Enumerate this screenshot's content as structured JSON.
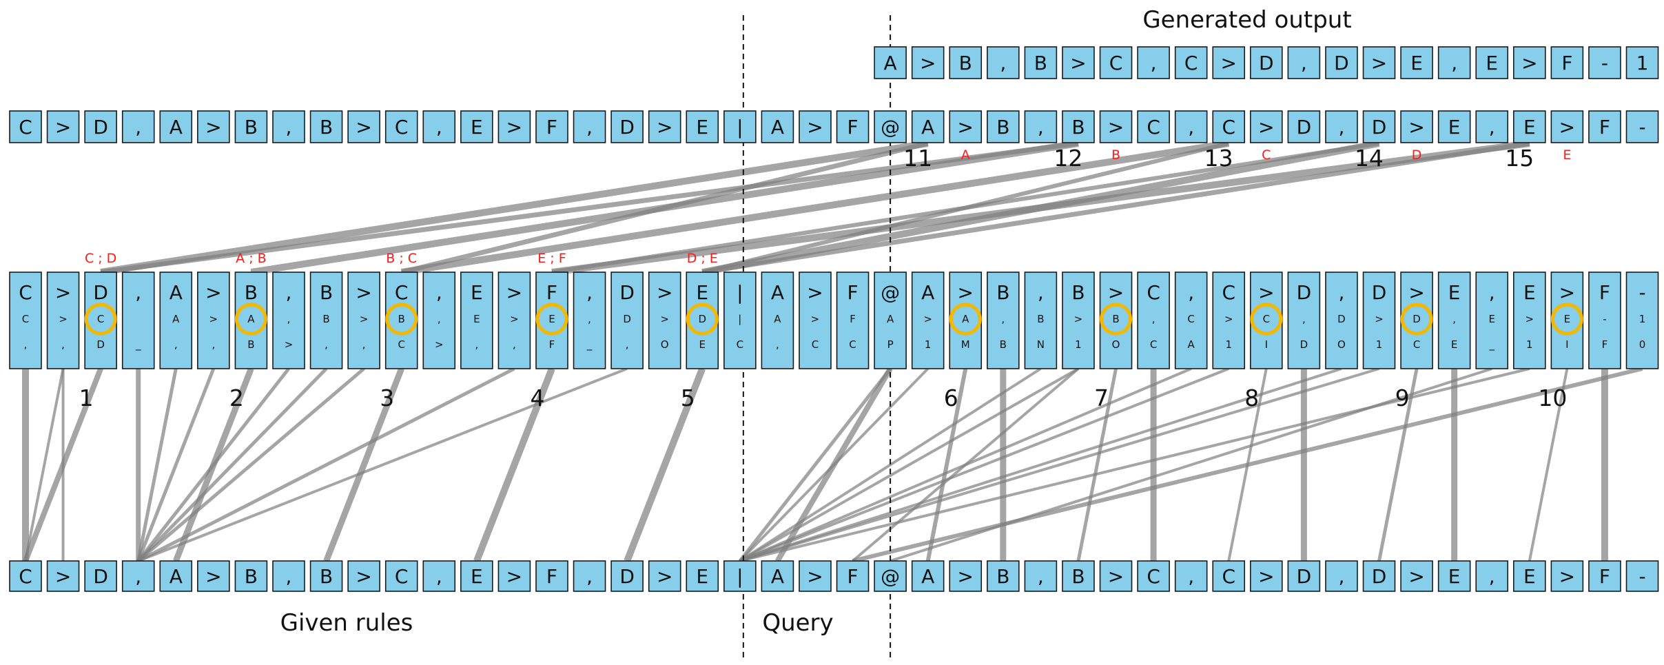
{
  "labels": {
    "generated_output": "Generated output",
    "given_rules": "Given rules",
    "query": "Query"
  },
  "generated_row": [
    "A",
    ">",
    "B",
    ",",
    "B",
    ">",
    "C",
    ",",
    "C",
    ">",
    "D",
    ",",
    "D",
    ">",
    "E",
    ",",
    "E",
    ">",
    "F",
    "-",
    "1"
  ],
  "input_row": [
    "C",
    ">",
    "D",
    ",",
    "A",
    ">",
    "B",
    ",",
    "B",
    ">",
    "C",
    ",",
    "E",
    ">",
    "F",
    ",",
    "D",
    ">",
    "E",
    "|",
    "A",
    ">",
    "F",
    "@",
    "A",
    ">",
    "B",
    ",",
    "B",
    ">",
    "C",
    ",",
    "C",
    ">",
    "D",
    ",",
    "D",
    ">",
    "E",
    ",",
    "E",
    ">",
    "F",
    "-"
  ],
  "middle_row": [
    [
      "C",
      "C",
      ","
    ],
    [
      ">",
      ">",
      ","
    ],
    [
      "D",
      "C",
      "D"
    ],
    [
      ",",
      "",
      "_"
    ],
    [
      "A",
      "A",
      ","
    ],
    [
      ">",
      ">",
      ","
    ],
    [
      "B",
      "A",
      "B"
    ],
    [
      ",",
      ",",
      ">"
    ],
    [
      "B",
      "B",
      ","
    ],
    [
      ">",
      ">",
      ","
    ],
    [
      "C",
      "B",
      "C"
    ],
    [
      ",",
      ",",
      ">"
    ],
    [
      "E",
      "E",
      ","
    ],
    [
      ">",
      ">",
      ","
    ],
    [
      "F",
      "E",
      "F"
    ],
    [
      ",",
      ",",
      "_"
    ],
    [
      "D",
      "D",
      ","
    ],
    [
      ">",
      ">",
      "O"
    ],
    [
      "E",
      "D",
      "E"
    ],
    [
      "|",
      "|",
      "C"
    ],
    [
      "A",
      "A",
      ","
    ],
    [
      ">",
      ">",
      "C"
    ],
    [
      "F",
      "F",
      "C"
    ],
    [
      "@",
      "A",
      "P"
    ],
    [
      "A",
      ">",
      "1"
    ],
    [
      ">",
      "A",
      "M"
    ],
    [
      "B",
      ",",
      "B"
    ],
    [
      ",",
      "B",
      "N"
    ],
    [
      "B",
      ">",
      "1"
    ],
    [
      ">",
      "B",
      "O"
    ],
    [
      "C",
      ",",
      "C"
    ],
    [
      ",",
      "C",
      "A"
    ],
    [
      "C",
      ">",
      "1"
    ],
    [
      ">",
      "C",
      "I"
    ],
    [
      "D",
      ",",
      "D"
    ],
    [
      ",",
      "D",
      "O"
    ],
    [
      "D",
      ">",
      "1"
    ],
    [
      ">",
      "D",
      "C"
    ],
    [
      "E",
      ",",
      "E"
    ],
    [
      ",",
      "E",
      "_"
    ],
    [
      "E",
      ">",
      "1"
    ],
    [
      ">",
      "E",
      "I"
    ],
    [
      "F",
      "-",
      "F"
    ],
    [
      "-",
      "1",
      "0"
    ]
  ],
  "highlighted_tokens": [
    2,
    6,
    10,
    14,
    18,
    25,
    29,
    33,
    37,
    41
  ],
  "red_labels": [
    {
      "token": 2,
      "text": "C ; D"
    },
    {
      "token": 6,
      "text": "A ; B"
    },
    {
      "token": 10,
      "text": "B ; C"
    },
    {
      "token": 14,
      "text": "E ; F"
    },
    {
      "token": 18,
      "text": "D ; E"
    },
    {
      "token": 25,
      "text": "A"
    },
    {
      "token": 29,
      "text": "B"
    },
    {
      "token": 33,
      "text": "C"
    },
    {
      "token": 37,
      "text": "D"
    },
    {
      "token": 41,
      "text": "E"
    }
  ],
  "step_numbers_lower": [
    {
      "token": 2,
      "text": "1"
    },
    {
      "token": 6,
      "text": "2"
    },
    {
      "token": 10,
      "text": "3"
    },
    {
      "token": 14,
      "text": "4"
    },
    {
      "token": 18,
      "text": "5"
    },
    {
      "token": 25,
      "text": "6"
    },
    {
      "token": 29,
      "text": "7"
    },
    {
      "token": 33,
      "text": "8"
    },
    {
      "token": 37,
      "text": "9"
    },
    {
      "token": 41,
      "text": "10"
    }
  ],
  "step_numbers_upper": [
    {
      "token": 23,
      "text": "11"
    },
    {
      "token": 27,
      "text": "12"
    },
    {
      "token": 31,
      "text": "13"
    },
    {
      "token": 35,
      "text": "14"
    },
    {
      "token": 39,
      "text": "15"
    }
  ],
  "connections_upper": [
    {
      "from": 24,
      "to": 2,
      "weight": 10
    },
    {
      "from": 24,
      "to": 10,
      "weight": 7
    },
    {
      "from": 28,
      "to": 6,
      "weight": 10
    },
    {
      "from": 28,
      "to": 2,
      "weight": 7
    },
    {
      "from": 32,
      "to": 10,
      "weight": 10
    },
    {
      "from": 32,
      "to": 18,
      "weight": 6
    },
    {
      "from": 36,
      "to": 18,
      "weight": 10
    },
    {
      "from": 36,
      "to": 14,
      "weight": 6
    },
    {
      "from": 40,
      "to": 14,
      "weight": 10
    },
    {
      "from": 40,
      "to": 18,
      "weight": 7
    }
  ],
  "connections_lower": [
    {
      "from": 0,
      "to": 0,
      "weight": 10
    },
    {
      "from": 1,
      "to": 0,
      "weight": 4
    },
    {
      "from": 1,
      "to": 1,
      "weight": 4
    },
    {
      "from": 2,
      "to": 0,
      "weight": 8
    },
    {
      "from": 3,
      "to": 3,
      "weight": 7
    },
    {
      "from": 4,
      "to": 3,
      "weight": 5
    },
    {
      "from": 5,
      "to": 3,
      "weight": 5
    },
    {
      "from": 6,
      "to": 4,
      "weight": 9
    },
    {
      "from": 7,
      "to": 3,
      "weight": 5
    },
    {
      "from": 8,
      "to": 3,
      "weight": 5
    },
    {
      "from": 9,
      "to": 3,
      "weight": 5
    },
    {
      "from": 10,
      "to": 8,
      "weight": 9
    },
    {
      "from": 13,
      "to": 3,
      "weight": 5
    },
    {
      "from": 14,
      "to": 12,
      "weight": 10
    },
    {
      "from": 16,
      "to": 3,
      "weight": 4
    },
    {
      "from": 18,
      "to": 16,
      "weight": 10
    },
    {
      "from": 23,
      "to": 19,
      "weight": 5
    },
    {
      "from": 23,
      "to": 20,
      "weight": 8
    },
    {
      "from": 24,
      "to": 19,
      "weight": 4
    },
    {
      "from": 25,
      "to": 24,
      "weight": 6
    },
    {
      "from": 26,
      "to": 26,
      "weight": 9
    },
    {
      "from": 27,
      "to": 19,
      "weight": 4
    },
    {
      "from": 28,
      "to": 19,
      "weight": 4
    },
    {
      "from": 28,
      "to": 22,
      "weight": 4
    },
    {
      "from": 29,
      "to": 28,
      "weight": 5
    },
    {
      "from": 30,
      "to": 30,
      "weight": 9
    },
    {
      "from": 31,
      "to": 19,
      "weight": 4
    },
    {
      "from": 32,
      "to": 19,
      "weight": 4
    },
    {
      "from": 33,
      "to": 32,
      "weight": 4
    },
    {
      "from": 34,
      "to": 34,
      "weight": 9
    },
    {
      "from": 35,
      "to": 19,
      "weight": 4
    },
    {
      "from": 36,
      "to": 19,
      "weight": 4
    },
    {
      "from": 37,
      "to": 36,
      "weight": 5
    },
    {
      "from": 38,
      "to": 38,
      "weight": 9
    },
    {
      "from": 39,
      "to": 23,
      "weight": 4
    },
    {
      "from": 40,
      "to": 19,
      "weight": 4
    },
    {
      "from": 41,
      "to": 40,
      "weight": 4
    },
    {
      "from": 42,
      "to": 42,
      "weight": 10
    },
    {
      "from": 43,
      "to": 22,
      "weight": 6
    }
  ]
}
